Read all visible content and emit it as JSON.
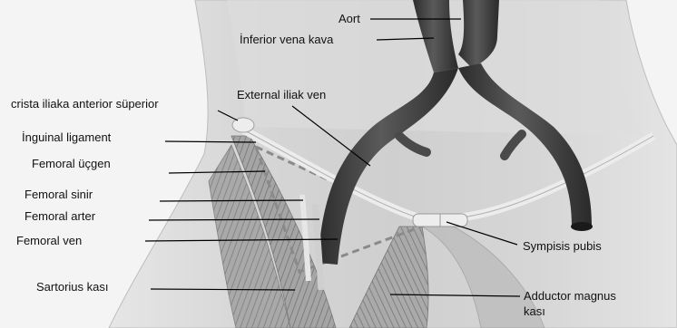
{
  "labels": {
    "aort": "Aort",
    "inferior_vena_kava": "İnferior vena kava",
    "crista_iliaka": "crista iliaka anterior süperior",
    "external_iliak_ven": "External iliak ven",
    "inguinal_ligament": "İnguinal ligament",
    "femoral_ucgen": "Femoral üçgen",
    "femoral_sinir": "Femoral sinir",
    "femoral_arter": "Femoral arter",
    "femoral_ven": "Femoral ven",
    "sympisis_pubis": "Sympisis pubis",
    "sartorius_kasi": "Sartorius kası",
    "adductor_magnus_line1": "Adductor magnus",
    "adductor_magnus_line2": "kası"
  },
  "colors": {
    "background": "#f2f2f2",
    "body_shading": "#c9c9c9",
    "vessel": "#3d3d3d",
    "vessel_highlight": "#6a6a6a",
    "muscle": "#9a9a9a",
    "ligament": "#e8e8e8",
    "leader_line": "#000000",
    "text": "#111111"
  }
}
